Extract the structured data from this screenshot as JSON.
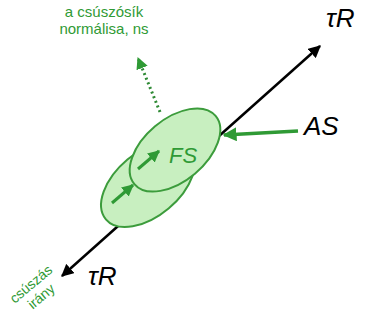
{
  "diagram": {
    "nodes": [
      {
        "text": [
          "FS"
        ]
      }
    ],
    "labels": [
      "a csúszósík normálisa, ns",
      "τR",
      "AS",
      "csúszás irány",
      "τR"
    ]
  }
}
